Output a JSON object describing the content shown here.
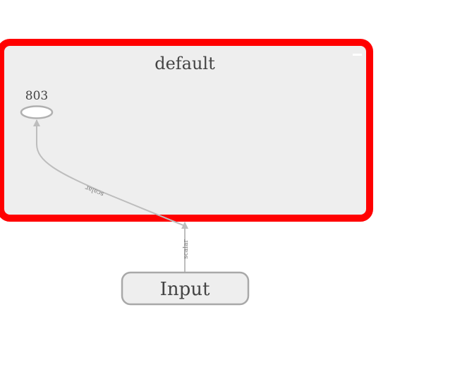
{
  "graph": {
    "group": {
      "title": "default",
      "highlight_color": "#ff0000",
      "fill": "#eeeeee",
      "collapse_icon": "minus-icon"
    },
    "nodes": [
      {
        "id": "op",
        "label": "803",
        "shape": "ellipse"
      },
      {
        "id": "input",
        "label": "Input",
        "shape": "rounded-rect"
      }
    ],
    "edges": [
      {
        "from": "input",
        "to": "default",
        "label": "scalar"
      },
      {
        "from": "default",
        "to": "op",
        "label": "scalar"
      }
    ],
    "colors": {
      "edge": "#bdbdbd",
      "node_stroke": "#a8a8a8",
      "text": "#444444"
    }
  }
}
